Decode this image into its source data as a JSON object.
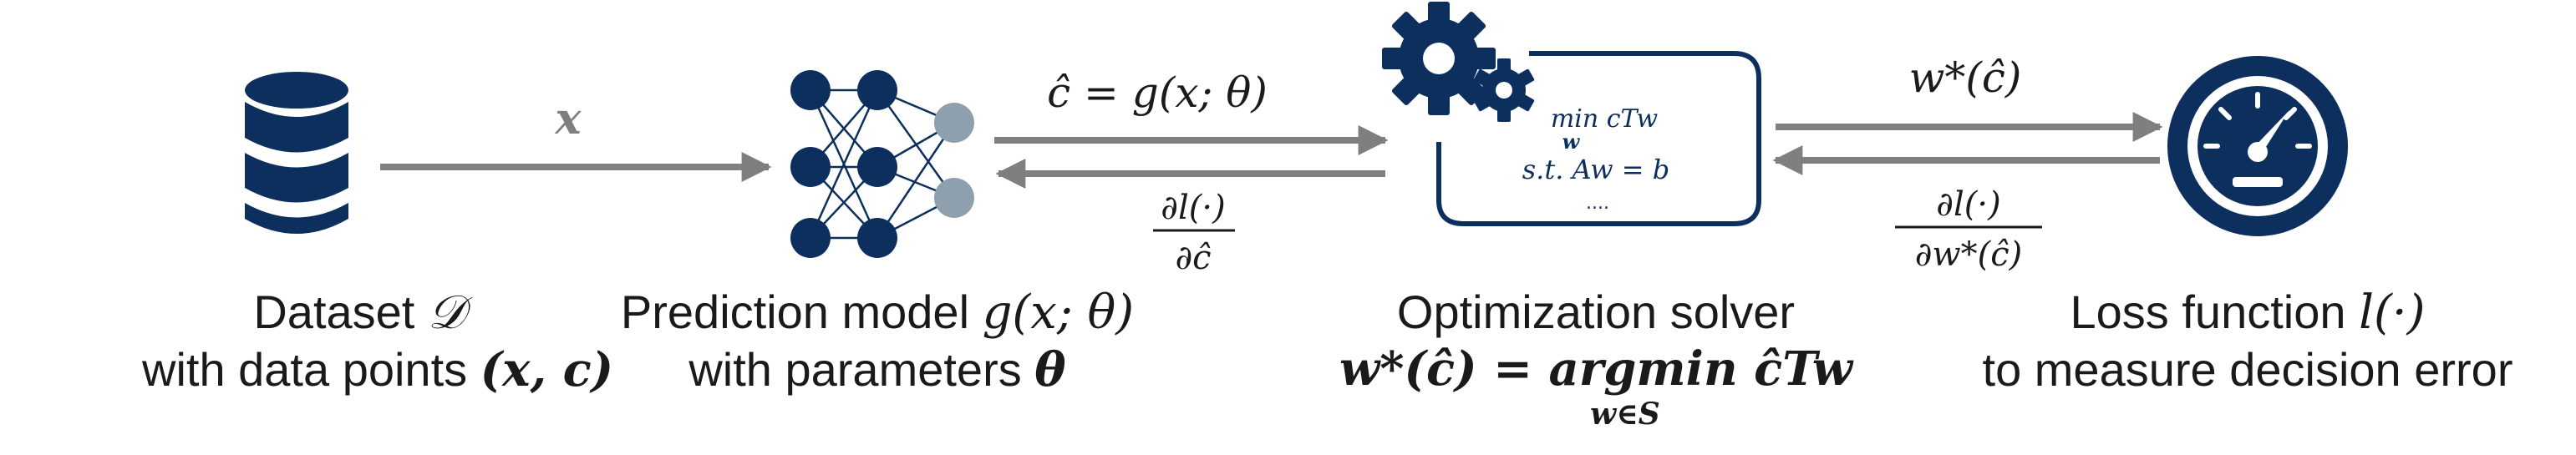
{
  "colors": {
    "navy": "#0d2f5e",
    "gray": "#7f7f7f",
    "lightgray": "#8ea0ad",
    "text": "#1a1a1a"
  },
  "icons": [
    "database-icon",
    "neural-network-icon",
    "gears-icon",
    "speedometer-icon"
  ],
  "arrows": {
    "x_label": "x",
    "c_hat_label": "ĉ = g(x; θ)",
    "grad_c_num": "∂l(·)",
    "grad_c_den": "∂ĉ",
    "w_star_label": "w*(ĉ)",
    "grad_w_num": "∂l(·)",
    "grad_w_den": "∂w*(ĉ)"
  },
  "solver_box": {
    "min_line": "min cTw",
    "min_sub": "w",
    "st_line": "s.t. Aw = b",
    "dots": "...."
  },
  "captions": {
    "dataset": {
      "line1_text": "Dataset ",
      "line1_symbol": "𝒟",
      "line2_text": "with data points ",
      "line2_math": "(x, c)"
    },
    "model": {
      "line1_text": "Prediction model ",
      "line1_math": "g(x; θ)",
      "line2_text": "with parameters ",
      "line2_math": "θ"
    },
    "solver": {
      "line1_text": "Optimization solver",
      "line2_math": "w*(ĉ) = argmin ĉTw",
      "line2_sub": "w∈S"
    },
    "loss": {
      "line1_text": "Loss function ",
      "line1_math": "l(·)",
      "line2_text": "to measure decision error"
    }
  }
}
